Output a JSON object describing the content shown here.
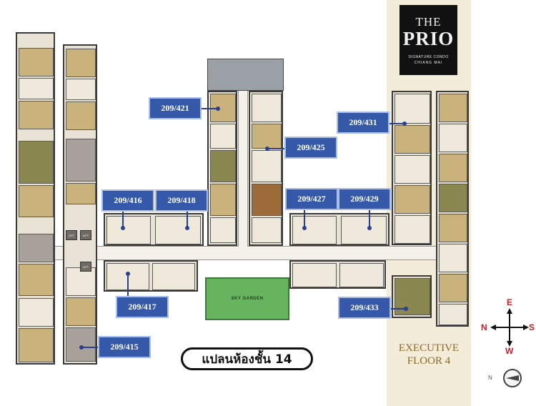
{
  "brand": {
    "the": "THE",
    "prio": "PRIO",
    "subtitle": "SIGNATURE CONDO",
    "city": "CHIANG MAI"
  },
  "floor": {
    "thai_title": "แปลนห้องชั้น 14",
    "executive_line1": "EXECUTIVE",
    "executive_line2": "FLOOR 4"
  },
  "amenities": {
    "sky_garden": "SKY GARDEN",
    "lift": "LIFT"
  },
  "units": [
    "209/421",
    "209/425",
    "209/431",
    "209/416",
    "209/418",
    "209/427",
    "209/429",
    "209/417",
    "209/433",
    "209/415"
  ],
  "compass": {
    "north": "N",
    "east": "E",
    "south": "S",
    "west": "W",
    "badge_north": "N"
  },
  "colors": {
    "tag_fill": "#3558a8",
    "tag_border": "#a9bde6",
    "garden": "#66b55e",
    "compass_letters": "#c8202a",
    "executive_text": "#8a6a2a"
  }
}
